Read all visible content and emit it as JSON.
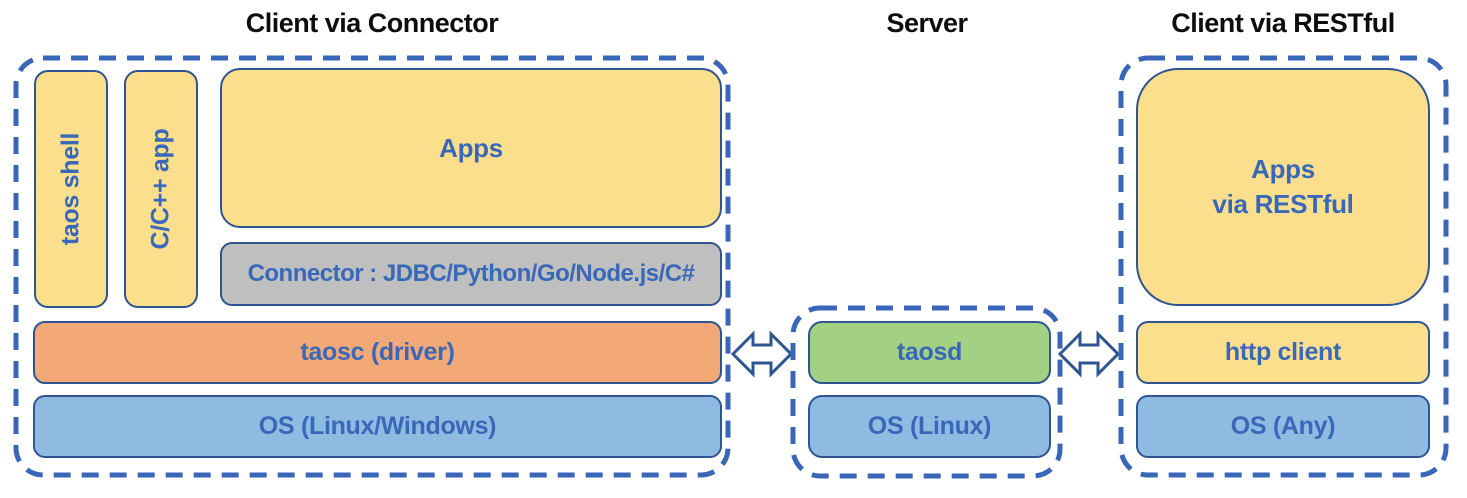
{
  "colors": {
    "box_yellow": "#FBDF8D",
    "box_orange": "#F3A877",
    "box_blue": "#8FBBE3",
    "box_green": "#A3D183",
    "box_gray": "#BFBFBF",
    "box_border_navy": "#2F5490",
    "dashed_outline_blue": "#3A66B8",
    "label_blue": "#3A68B8",
    "title_black": "#0D0D0D"
  },
  "groups": {
    "client_via_connector": {
      "title": "Client via Connector",
      "boxes": {
        "taos_shell": "taos shell",
        "cpp_app": "C/C++ app",
        "apps": "Apps",
        "connector": "Connector : JDBC/Python/Go/Node.js/C#",
        "taosc": "taosc (driver)",
        "os": "OS (Linux/Windows)"
      }
    },
    "server": {
      "title": "Server",
      "boxes": {
        "taosd": "taosd",
        "os": "OS (Linux)"
      }
    },
    "client_via_restful": {
      "title": "Client via RESTful",
      "boxes": {
        "apps_line1": "Apps",
        "apps_line2": "via RESTful",
        "http_client": "http client",
        "os": "OS (Any)"
      }
    }
  }
}
